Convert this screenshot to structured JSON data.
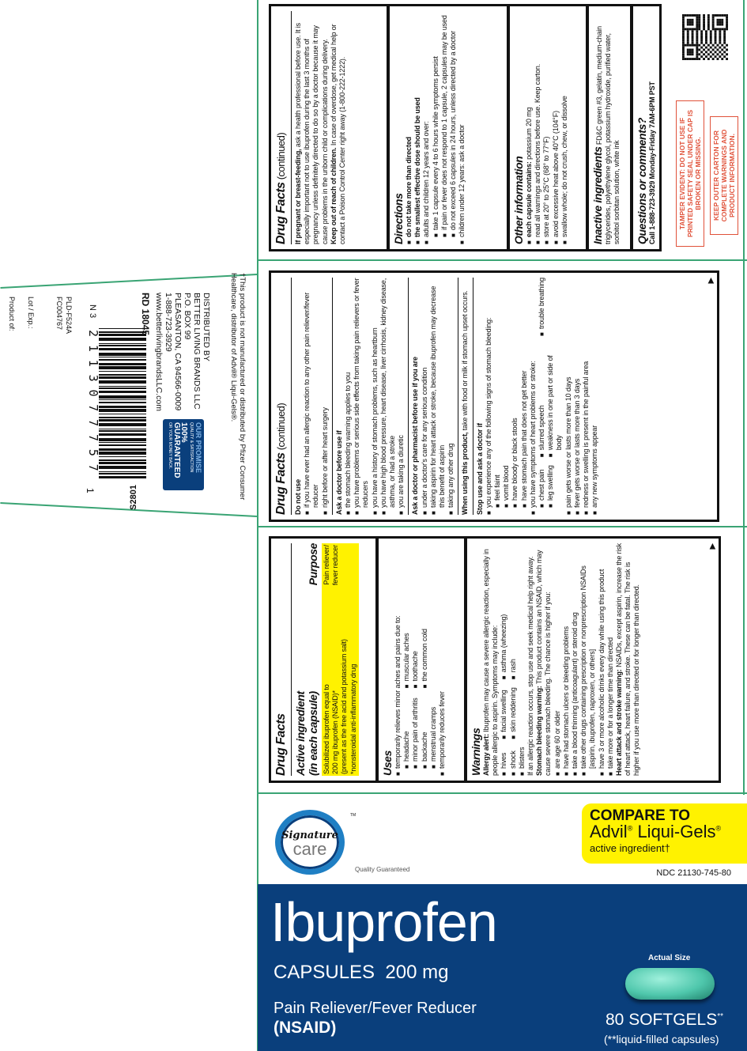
{
  "colors": {
    "brand_blue": "#0a3f7c",
    "highlight_yellow": "#fff200",
    "fold_green": "#3aa474",
    "tamper_red": "#e0523a",
    "capsule": "#4fc7ac"
  },
  "panel_a": {
    "title": "Drug Facts",
    "active_heading": "Active ingredient",
    "active_sub": "(in each capsule)",
    "purpose_heading": "Purpose",
    "active_lines": [
      "Solubilized ibuprofen equal to",
      "200 mg ibuprofen (NSAID)*",
      "(present as the free acid and potassium salt)",
      "*nonsteroidal anti-inflammatory drug"
    ],
    "purpose_lines": [
      "Pain reliever/",
      "fever reducer"
    ],
    "uses_heading": "Uses",
    "uses_intro": "temporarily relieves minor aches and pains due to:",
    "uses_items": [
      "headache",
      "muscular aches",
      "minor pain of arthritis",
      "toothache",
      "backache",
      "the common cold",
      "menstrual cramps"
    ],
    "uses_fever": "temporarily reduces fever",
    "warnings_heading": "Warnings",
    "allergy_label": "Allergy alert:",
    "allergy_text": " Ibuprofen may cause a severe allergic reaction, especially in people allergic to aspirin. Symptoms may include:",
    "symptoms": [
      "hives",
      "facial swelling",
      "asthma (wheezing)",
      "shock",
      "skin reddening",
      "rash",
      "blisters"
    ],
    "allergy_after": "If an allergic reaction occurs, stop use and seek medical help right away. ",
    "stomach_label": "Stomach bleeding warning:",
    "stomach_text": " This product contains an NSAID, which may cause severe stomach bleeding. The chance is higher if you:",
    "stomach_items": [
      "are age 60 or older",
      "have had stomach ulcers or bleeding problems",
      "take a blood thinning (anticoagulant) or steroid drug",
      "take other drugs containing prescription or nonprescription NSAIDs [aspirin, ibuprofen, naproxen, or others]",
      "have 3 or more alcoholic drinks every day while using this product",
      "take more or for a longer time than directed"
    ],
    "heart_label": "Heart attack and stroke warning:",
    "heart_text": " NSAIDs, except aspirin, increase the risk of heart attack, heart failure, and stroke. These can be fatal. The risk is higher if you use more than directed or for longer than directed.",
    "arrow": "▶"
  },
  "panel_b": {
    "title": "Drug Facts",
    "continued": " (continued)",
    "do_not_use": "Do not use",
    "do_not_use_items": [
      "if you have ever had an allergic reaction to any other pain reliever/fever reducer",
      "right before or after heart surgery"
    ],
    "ask_doctor": "Ask a doctor before use if",
    "ask_doctor_items": [
      "the stomach bleeding warning applies to you",
      "you have problems or serious side effects from taking pain relievers or fever reducers",
      "you have a history of stomach problems, such as heartburn",
      "you have high blood pressure, heart disease, liver cirrhosis, kidney disease, asthma, or had a stroke",
      "you are taking a diuretic"
    ],
    "ask_pharm": "Ask a doctor or pharmacist before use if you are",
    "ask_pharm_items": [
      "under a doctor's care for any serious condition",
      "taking aspirin for heart attack or stroke, because ibuprofen may decrease this benefit of aspirin",
      "taking any other drug"
    ],
    "when_label": "When using this product,",
    "when_text": " take with food or milk if stomach upset occurs.",
    "stop": "Stop use and ask a doctor if",
    "stop_bleeding": "you experience any of the following signs of stomach bleeding:",
    "bleeding_items": [
      "feel faint",
      "vomit blood",
      "have bloody or black stools",
      "have stomach pain that does not get better"
    ],
    "stop_heart": "you have symptoms of heart problems or stroke:",
    "heart_items": [
      "chest pain",
      "slurred speech",
      "trouble breathing",
      "leg swelling",
      "weakness in one part or side of body"
    ],
    "stop_more": [
      "pain gets worse or lasts more than 10 days",
      "fever gets worse or lasts more than 3 days",
      "redness or swelling is present in the painful area",
      "any new symptoms appear"
    ],
    "arrow": "▶"
  },
  "panel_c": {
    "title": "Drug Facts",
    "continued": " (continued)",
    "preg_label": "If pregnant or breast-feeding,",
    "preg_text": " ask a health professional before use. It is especially important not to use ibuprofen during the last 3 months of pregnancy unless definitely directed to do so by a doctor because it may cause problems in the unborn child or complications during delivery.",
    "keep_label": "Keep out of reach of children.",
    "keep_text": " In case of overdose, get medical help or contact a Poison Control Center right away (1-800-222-1222).",
    "directions_heading": "Directions",
    "directions_bold": [
      "do not take more than directed",
      "the smallest effective dose should be used"
    ],
    "directions_adults": "adults and children 12 years and over:",
    "directions_sub": [
      "take 1 capsule every 4 to 6 hours while symptoms persist",
      "if pain or fever does not respond to 1 capsule, 2 capsules may be used",
      "do not exceed 6 capsules in 24 hours, unless directed by a doctor"
    ],
    "directions_children": "children under 12 years: ask a doctor",
    "other_heading": "Other information",
    "other_first_label": "each capsule contains:",
    "other_first_text": " potassium 20 mg",
    "other_items": [
      "read all warnings and directions before use. Keep carton.",
      "store at 20° to 25°C (68° to 77°F)",
      "avoid excessive heat above 40°C (104°F)",
      "swallow whole; do not crush, chew, or dissolve"
    ],
    "inactive_heading": "Inactive ingredients",
    "inactive_text": " FD&C green #3, gelatin, medium-chain triglycerides, polyethylene glycol, potassium hydroxide, purified water, sorbitol sorbitan solution, white ink",
    "questions_heading": "Questions or comments?",
    "questions_text": "Call 1-888-723-3929 Monday-Friday 7AM-6PM PST",
    "tamper": "TAMPER EVIDENT: DO NOT USE IF PRINTED SAFETY SEAL UNDER CAP IS BROKEN OR MISSING.",
    "keep_carton": "KEEP OUTER CARTON FOR COMPLETE WARNINGS AND PRODUCT INFORMATION."
  },
  "side_panel": {
    "disclaimer": "†This product is not manufactured or distributed by Pfizer Consumer Healthcare, distributor of Advil® Liqui-Gels®.",
    "distributed": [
      "DISTRIBUTED BY",
      "BETTER LIVING BRANDS LLC",
      "P.O. BOX 99",
      "PLEASANTON, CA 94566-0009",
      "1-888-723-3929",
      "www.betterlivingbrandsLLC.com"
    ],
    "promise_title": "OUR PROMISE",
    "promise_sub": "QUALITY & SATISFACTION",
    "promise_pct": "100%",
    "promise_guaranteed": "GUARANTEED",
    "promise_back": "OR YOUR MONEY BACK.",
    "rd": "RD 18045",
    "barcode_prefix": "N 3",
    "barcode_digits": "2 1 1 3 0 7 7 7 5 7",
    "barcode_check": "1",
    "code": "S2801",
    "pld": "PLD-F524A",
    "fc": "FC004767",
    "lot": "Lot / Exp.:",
    "product_of": "Product of:"
  },
  "front": {
    "logo_top": "Signature",
    "logo_bottom": "care",
    "logo_tm": "TM",
    "quality": "Quality Guaranteed",
    "compare": "COMPARE TO",
    "brand": "Advil",
    "brand_reg": "®",
    "brand2": " Liqui-Gels",
    "active": "active ingredient†",
    "ndc": "NDC 21130-745-80",
    "product": "Ibuprofen",
    "form": "CAPSULES",
    "strength": "200 mg",
    "use": "Pain Reliever/Fever Reducer",
    "class": "(NSAID)",
    "actual_size": "Actual Size",
    "count": "80 SOFTGELS",
    "count_mark": "**",
    "count_note": "(**liquid-filled capsules)"
  }
}
